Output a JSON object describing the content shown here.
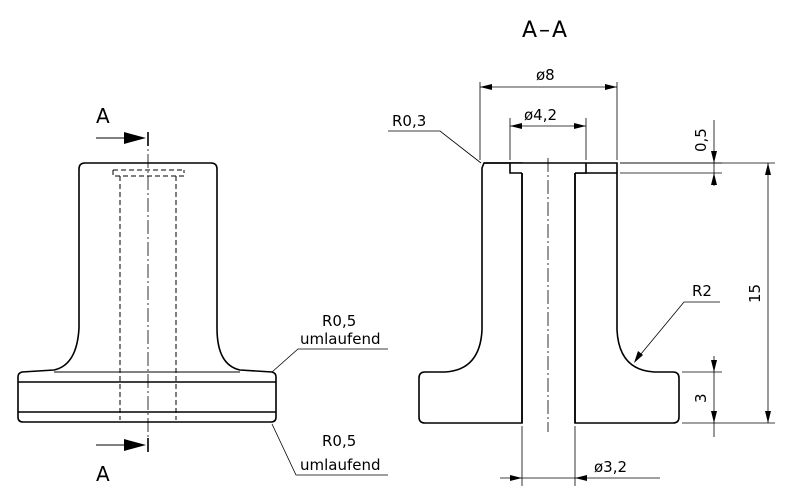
{
  "section_title": "A–A",
  "section_marker_top": "A",
  "section_marker_bottom": "A",
  "dims": {
    "d_outer": "ø8",
    "d_bore": "ø4,2",
    "d_inner": "ø3,2",
    "r_top": "R0,3",
    "r_fillet": "R2",
    "step": "0,5",
    "height": "15",
    "flange": "3"
  },
  "notes": {
    "r_upper_value": "R0,5",
    "r_upper_text": "umlaufend",
    "r_lower_value": "R0,5",
    "r_lower_text": "umlaufend"
  }
}
